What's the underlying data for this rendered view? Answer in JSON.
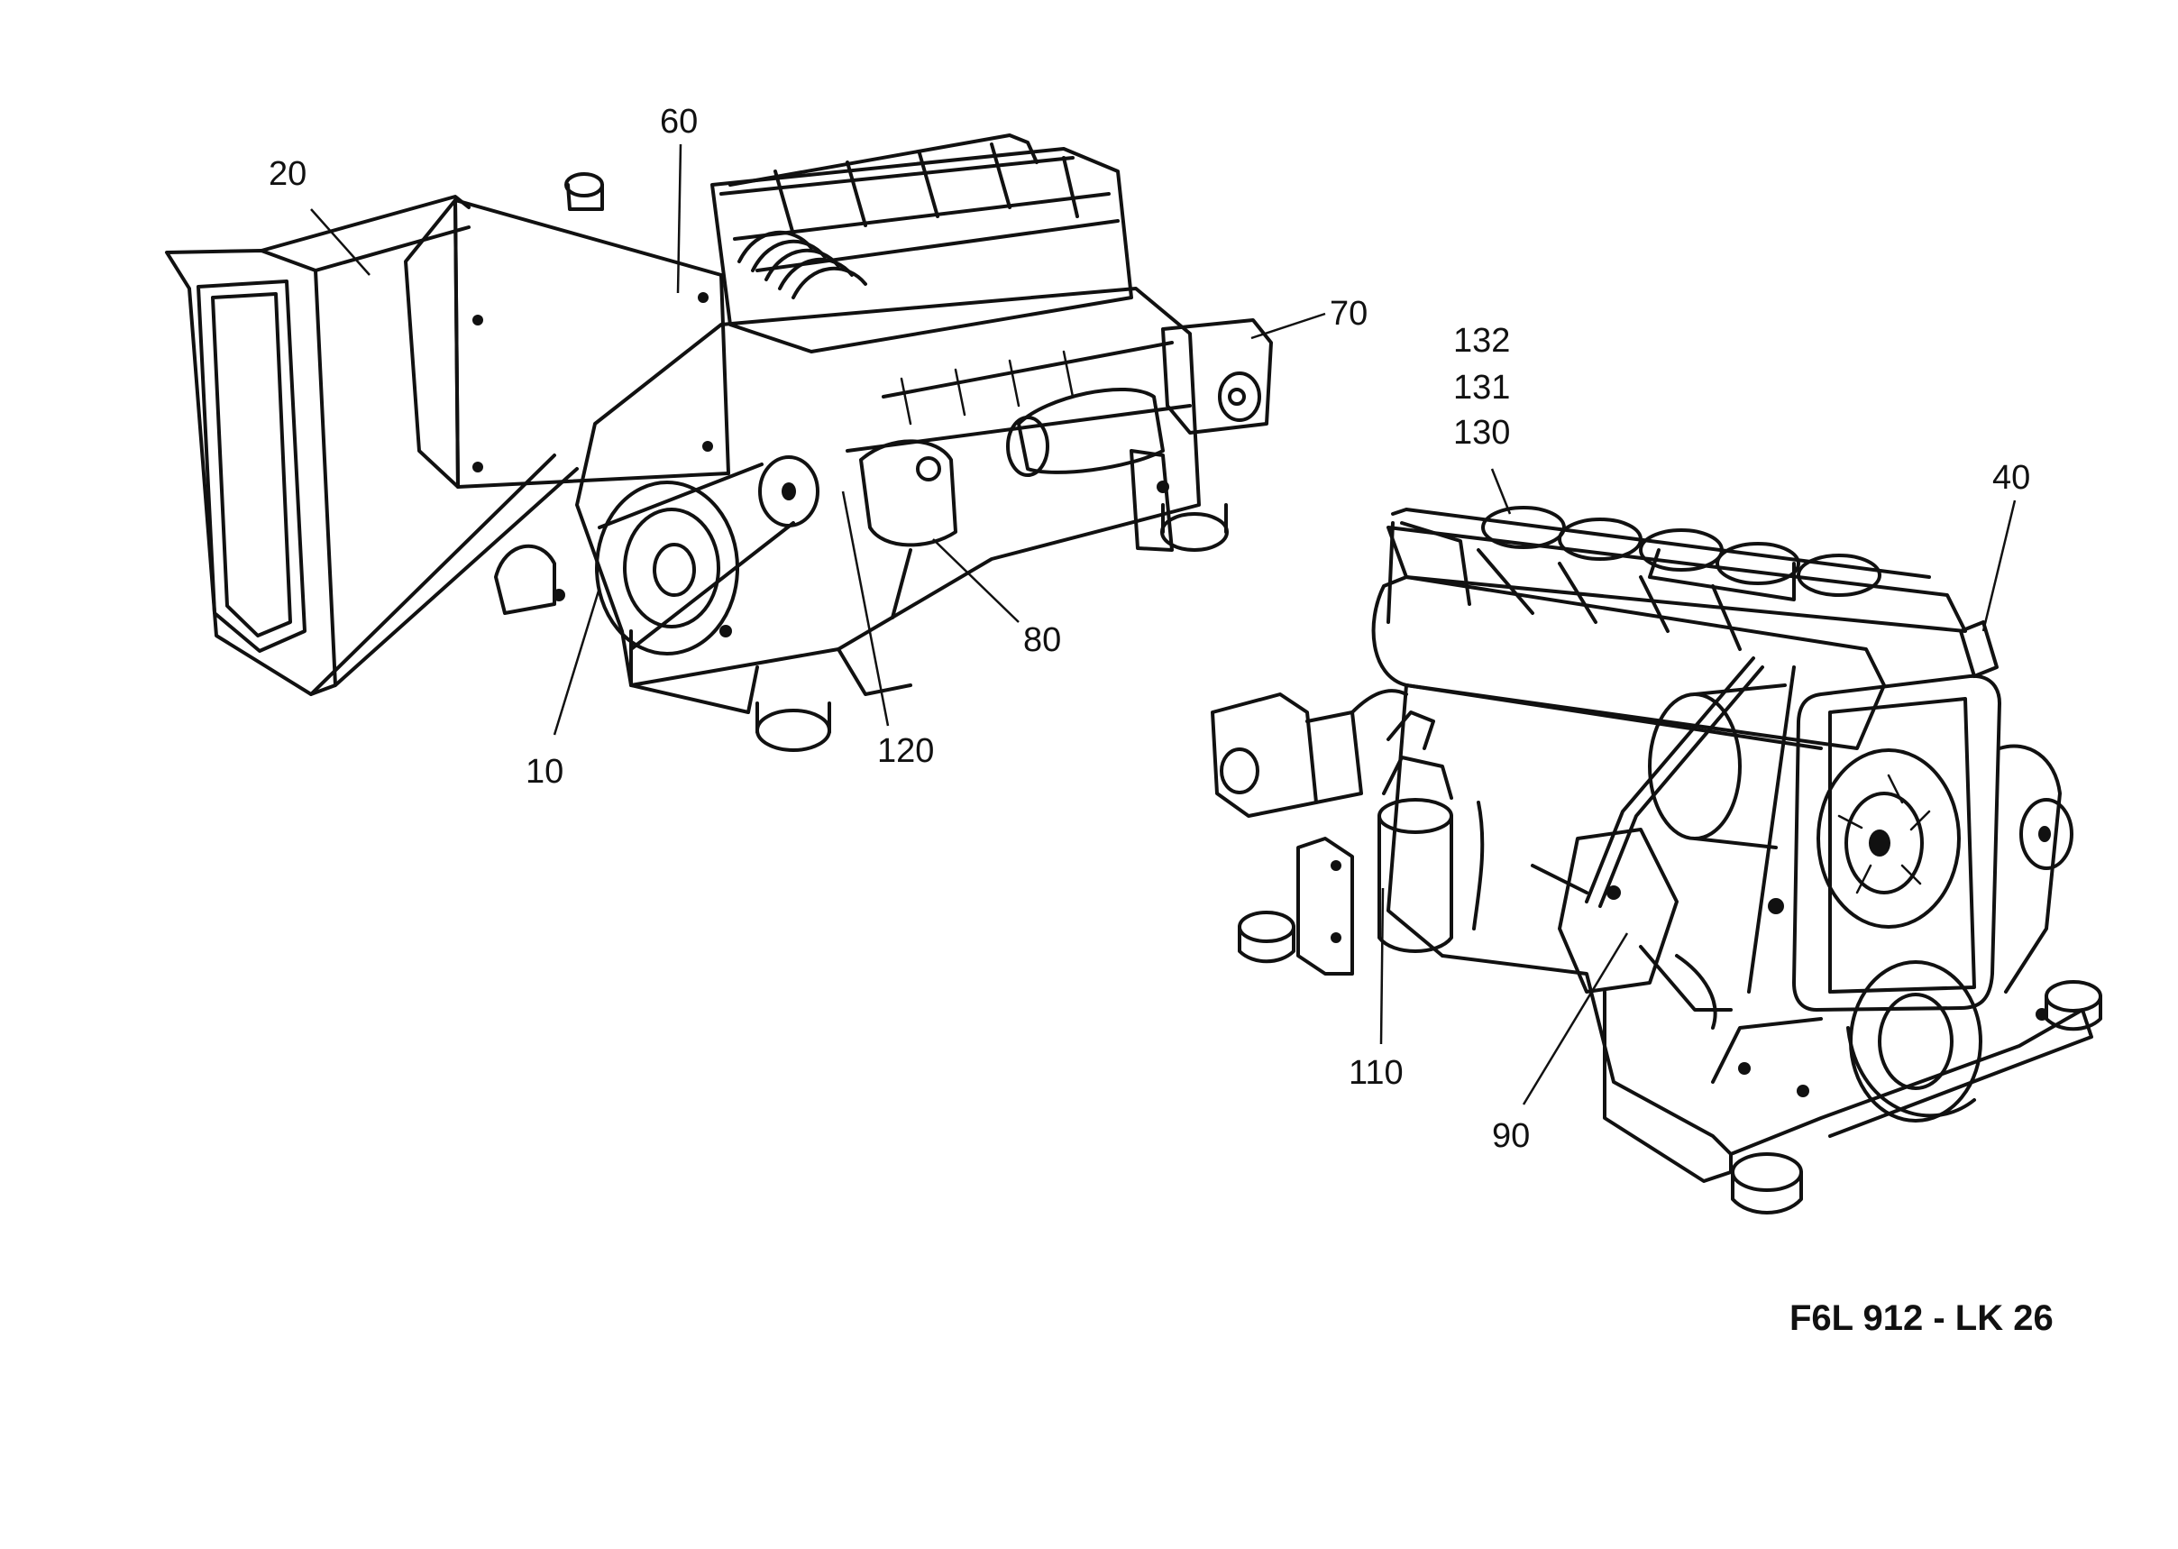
{
  "drawing": {
    "model_code": "F6L 912 - LK 26"
  },
  "callouts": [
    "20",
    "60",
    "70",
    "132",
    "131",
    "130",
    "40",
    "80",
    "120",
    "10",
    "110",
    "90"
  ]
}
